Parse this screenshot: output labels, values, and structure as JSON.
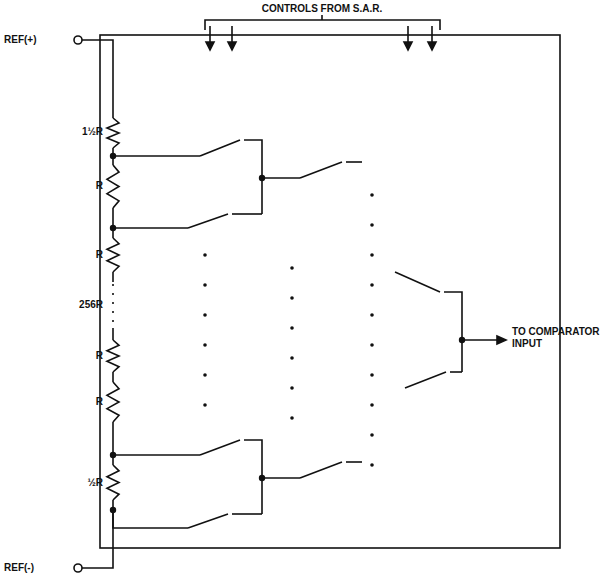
{
  "diagram": {
    "labels": [
      "CONTROLS FROM S.A.R.",
      "REF(+)",
      "1½R",
      "R",
      "R",
      "256R",
      "R",
      "R",
      "½R",
      "TO COMPARATOR INPUT",
      "REF(-)"
    ]
  }
}
